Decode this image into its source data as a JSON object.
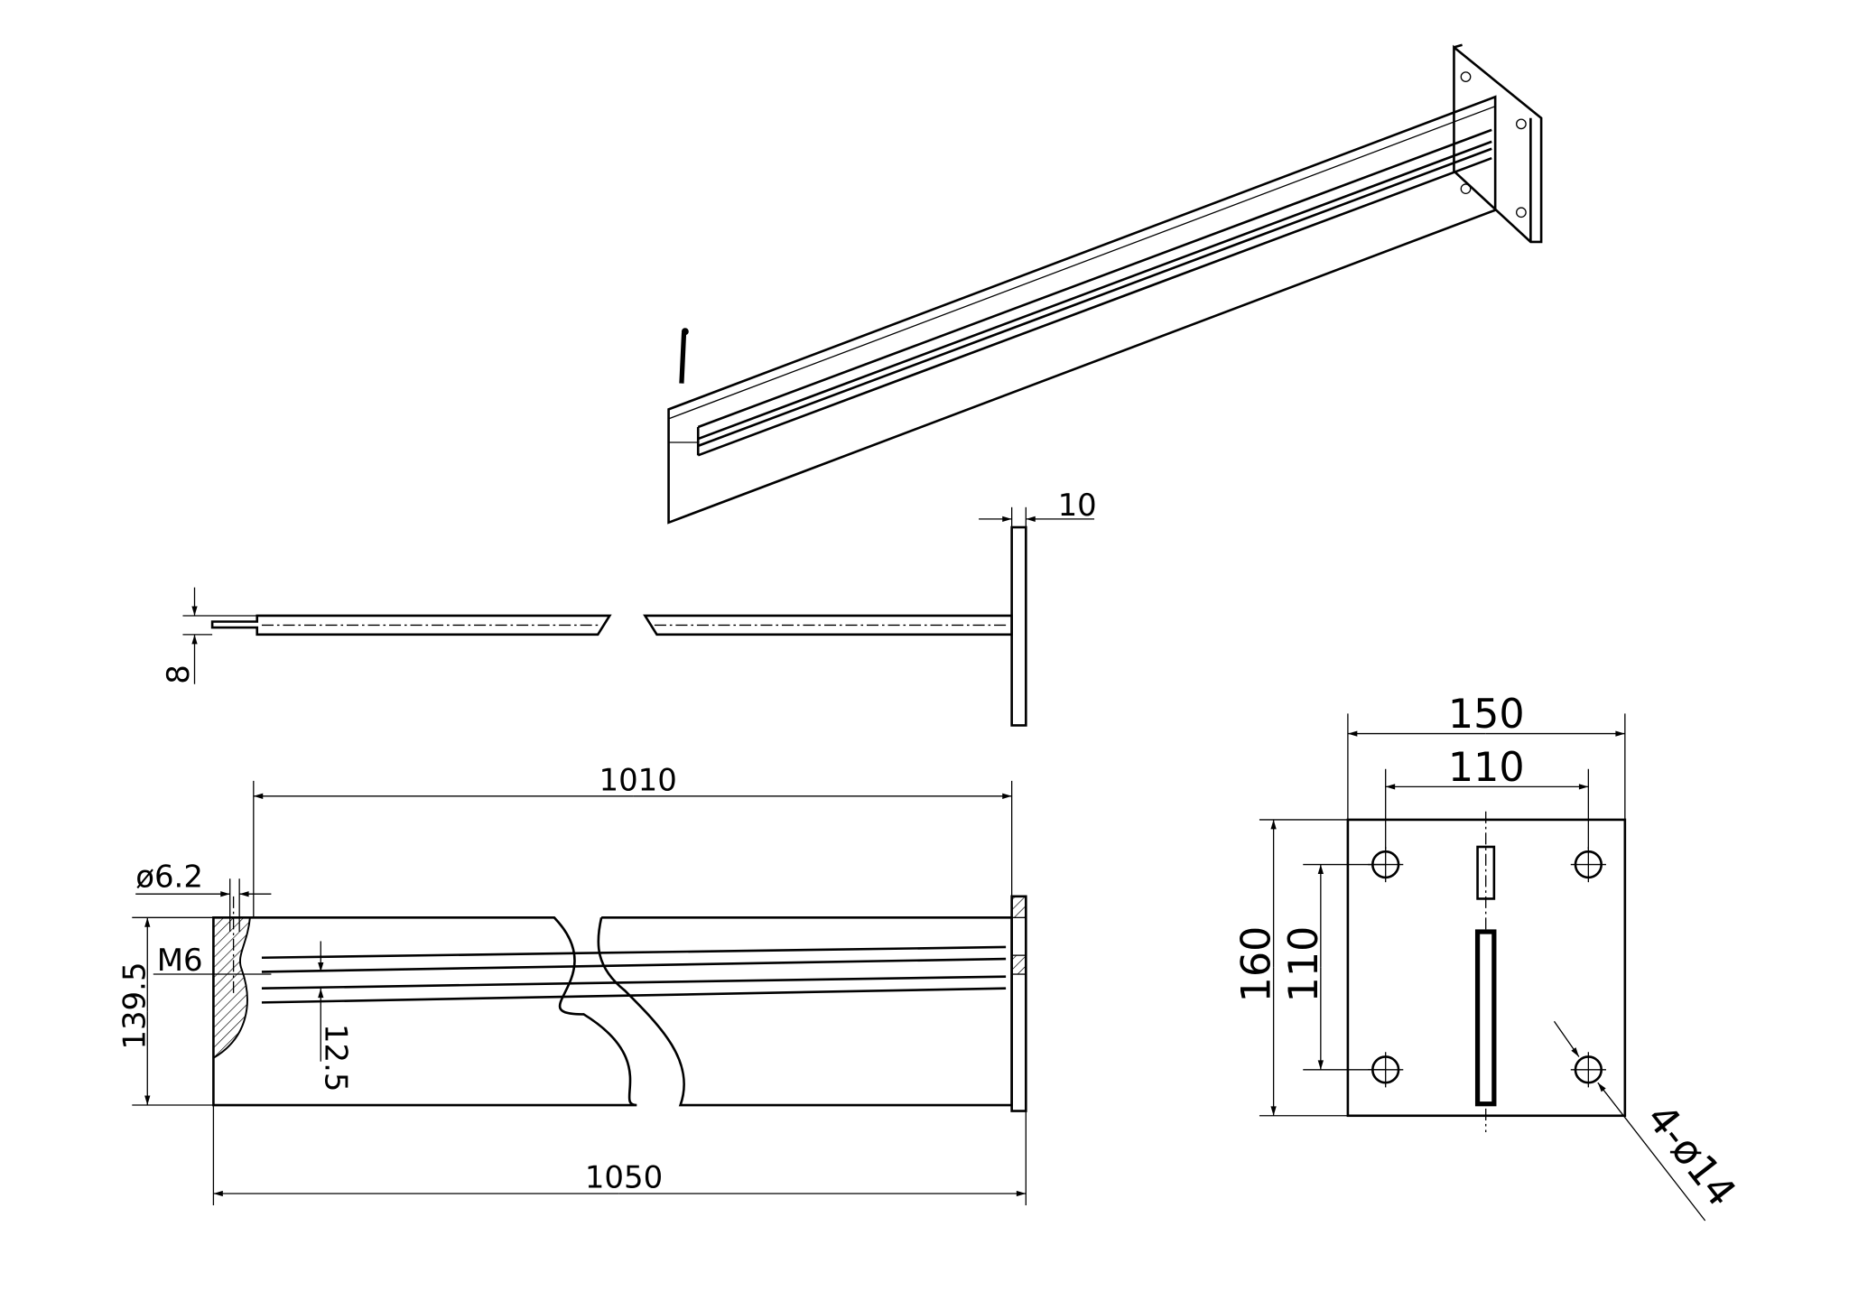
{
  "drawing": {
    "line_color": "#000000",
    "background": "#ffffff",
    "views": [
      "isometric-view",
      "top-view",
      "front-view",
      "mounting-plate-view"
    ],
    "dimensions": {
      "flange_thickness": "10",
      "blade_thickness": "8",
      "rail_length": "1010",
      "hole_diameter": "ø6.2",
      "thread": "M6",
      "height": "139.5",
      "rail_spacing": "12.5",
      "overall_length": "1050",
      "plate_width": "150",
      "hole_spacing_x": "110",
      "plate_height": "160",
      "hole_spacing_y": "110",
      "plate_holes": "4-ø14"
    }
  }
}
